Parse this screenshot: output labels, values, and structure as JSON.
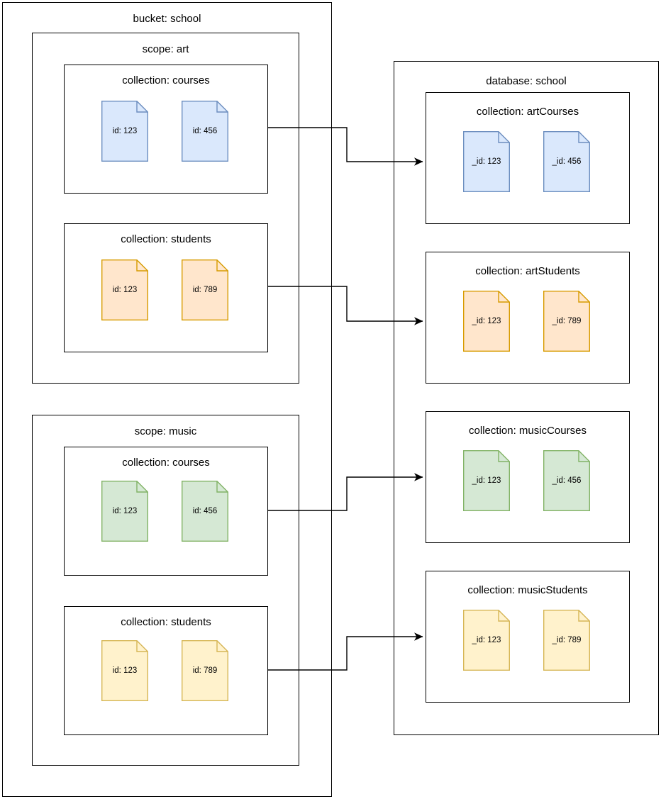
{
  "diagram": {
    "title_bucket": "bucket: school",
    "title_database": "database: school",
    "palette": {
      "blue_fill": "#dae8fc",
      "blue_stroke": "#6c8ebf",
      "orange_fill": "#ffe6cc",
      "orange_stroke": "#d79b00",
      "green_fill": "#d5e8d4",
      "green_stroke": "#82b366",
      "yellow_fill": "#fff2cc",
      "yellow_stroke": "#d6b656",
      "box_stroke": "#000000",
      "edge_stroke": "#000000",
      "background": "#ffffff"
    }
  },
  "left": {
    "bucket_label": "bucket: school",
    "scopes": [
      {
        "label": "scope: art",
        "collections": [
          {
            "label": "collection: courses",
            "color": "blue",
            "docs": [
              {
                "label": "id: 123"
              },
              {
                "label": "id: 456"
              }
            ]
          },
          {
            "label": "collection: students",
            "color": "orange",
            "docs": [
              {
                "label": "id: 123"
              },
              {
                "label": "id: 789"
              }
            ]
          }
        ]
      },
      {
        "label": "scope: music",
        "collections": [
          {
            "label": "collection: courses",
            "color": "green",
            "docs": [
              {
                "label": "id: 123"
              },
              {
                "label": "id: 456"
              }
            ]
          },
          {
            "label": "collection: students",
            "color": "yellow",
            "docs": [
              {
                "label": "id: 123"
              },
              {
                "label": "id: 789"
              }
            ]
          }
        ]
      }
    ]
  },
  "right": {
    "database_label": "database: school",
    "collections": [
      {
        "label": "collection: artCourses",
        "color": "blue",
        "docs": [
          {
            "label": "_id: 123"
          },
          {
            "label": "_id: 456"
          }
        ]
      },
      {
        "label": "collection: artStudents",
        "color": "orange",
        "docs": [
          {
            "label": "_id: 123"
          },
          {
            "label": "_id: 789"
          }
        ]
      },
      {
        "label": "collection: musicCourses",
        "color": "green",
        "docs": [
          {
            "label": "_id: 123"
          },
          {
            "label": "_id: 456"
          }
        ]
      },
      {
        "label": "collection: musicStudents",
        "color": "yellow",
        "docs": [
          {
            "label": "_id: 123"
          },
          {
            "label": "_id: 789"
          }
        ]
      }
    ]
  },
  "edges": [
    {
      "from": "art.courses",
      "to": "artCourses"
    },
    {
      "from": "art.students",
      "to": "artStudents"
    },
    {
      "from": "music.courses",
      "to": "musicCourses"
    },
    {
      "from": "music.students",
      "to": "musicStudents"
    }
  ]
}
